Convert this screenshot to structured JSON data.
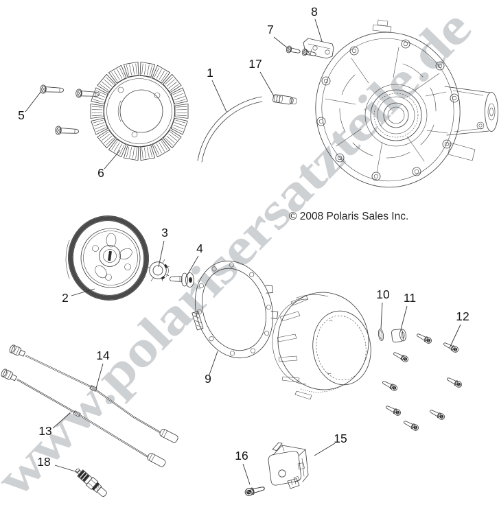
{
  "diagram": {
    "watermark": "www.polarisersatzteile.de",
    "copyright": "© 2008 Polaris Sales Inc.",
    "background_color": "#ffffff",
    "line_color": "#414141",
    "watermark_color": "#ced1d4",
    "callouts": [
      {
        "label": "1"
      },
      {
        "label": "2"
      },
      {
        "label": "3"
      },
      {
        "label": "4"
      },
      {
        "label": "5"
      },
      {
        "label": "6"
      },
      {
        "label": "7"
      },
      {
        "label": "8"
      },
      {
        "label": "9"
      },
      {
        "label": "10"
      },
      {
        "label": "11"
      },
      {
        "label": "12"
      },
      {
        "label": "13"
      },
      {
        "label": "14"
      },
      {
        "label": "15"
      },
      {
        "label": "16"
      },
      {
        "label": "17"
      },
      {
        "label": "18"
      }
    ]
  }
}
